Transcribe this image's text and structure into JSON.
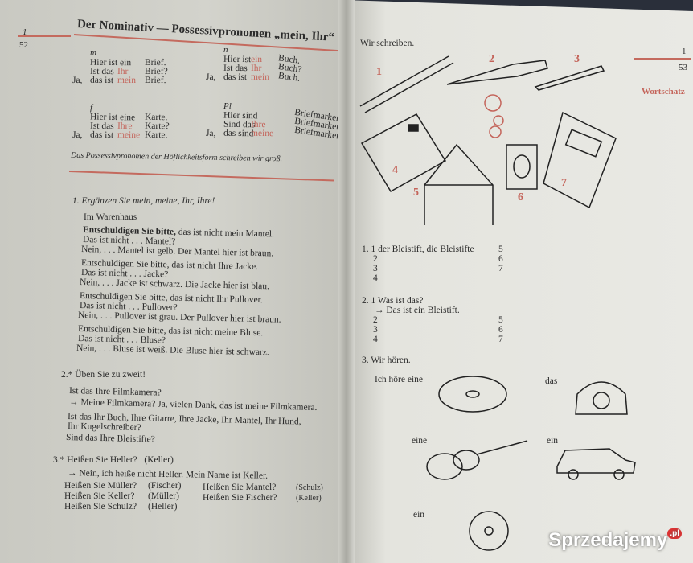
{
  "left_page": {
    "chapter": "1",
    "page_number": "52",
    "title": "Der Nominativ — Possessivpronomen „mein, Ihr“",
    "grammar": {
      "m": {
        "label": "m",
        "rows": [
          [
            "",
            "Hier ist ein",
            "",
            "Brief."
          ],
          [
            "",
            "Ist das",
            "Ihr",
            "Brief?"
          ],
          [
            "Ja,",
            "das ist",
            "mein",
            "Brief."
          ]
        ]
      },
      "n": {
        "label": "n",
        "rows": [
          [
            "",
            "Hier ist",
            "ein",
            "Buch."
          ],
          [
            "",
            "Ist das",
            "Ihr",
            "Buch?"
          ],
          [
            "Ja,",
            "das ist",
            "mein",
            "Buch."
          ]
        ]
      },
      "f": {
        "label": "f",
        "rows": [
          [
            "",
            "Hier ist eine",
            "",
            "Karte."
          ],
          [
            "",
            "Ist das",
            "Ihre",
            "Karte?"
          ],
          [
            "Ja,",
            "das ist",
            "meine",
            "Karte."
          ]
        ]
      },
      "pl": {
        "label": "Pl",
        "rows": [
          [
            "",
            "Hier sind",
            "",
            "Briefmarken."
          ],
          [
            "",
            "Sind das",
            "Ihre",
            "Briefmarken?"
          ],
          [
            "Ja,",
            "das sind",
            "meine",
            "Briefmarken."
          ]
        ]
      }
    },
    "note": "Das Possessivpronomen der Höflichkeitsform schreiben wir groß.",
    "ex1": {
      "heading": "1. Ergänzen Sie mein, meine, Ihr, Ihre!",
      "sub": "Im Warenhaus",
      "lines": [
        {
          "bold": "Entschuldigen Sie bitte,",
          "text": " das ist nicht mein Mantel."
        },
        {
          "text": "Das ist nicht . . . Mantel?"
        },
        {
          "text": "Nein, . . . Mantel ist gelb. Der Mantel hier ist braun."
        },
        {
          "text": "Entschuldigen Sie bitte, das ist nicht Ihre Jacke."
        },
        {
          "text": "Das ist nicht . . . Jacke?"
        },
        {
          "text": "Nein, . . . Jacke ist schwarz. Die Jacke hier ist blau."
        },
        {
          "text": "Entschuldigen Sie bitte, das ist nicht Ihr Pullover."
        },
        {
          "text": "Das ist nicht . . . Pullover?"
        },
        {
          "text": "Nein, . . . Pullover ist grau. Der Pullover hier ist braun."
        },
        {
          "text": "Entschuldigen Sie bitte, das ist nicht meine Bluse."
        },
        {
          "text": "Das ist nicht . . . Bluse?"
        },
        {
          "text": "Nein, . . . Bluse ist weiß. Die Bluse hier ist schwarz."
        }
      ]
    },
    "ex2": {
      "heading": "2.* Üben Sie zu zweit!",
      "lines": [
        "Ist das Ihre Filmkamera?",
        "→ Meine Filmkamera? Ja, vielen Dank, das ist meine Filmkamera.",
        "Ist das Ihr Buch, Ihre Gitarre, Ihre Jacke, Ihr Mantel, Ihr Hund,",
        "Ihr Kugelschreiber?",
        "Sind das Ihre Bleistifte?"
      ]
    },
    "ex3": {
      "heading": "3.* Heißen Sie Heller?",
      "heading_hint": "(Keller)",
      "answer": "→ Nein, ich heiße nicht Heller. Mein Name ist Keller.",
      "pairs": [
        [
          "Heißen Sie Müller?",
          "(Fischer)"
        ],
        [
          "Heißen Sie Keller?",
          "(Müller)"
        ],
        [
          "Heißen Sie Schulz?",
          "(Heller)"
        ],
        [
          "Heißen Sie Mantel?",
          "(Schulz)"
        ],
        [
          "Heißen Sie Fischer?",
          "(Keller)"
        ]
      ]
    }
  },
  "right_page": {
    "chapter": "1",
    "page_number": "53",
    "section": "Wortschatz",
    "heading": "Wir schreiben.",
    "picture_numbers": [
      "1",
      "2",
      "3",
      "4",
      "5",
      "6",
      "7"
    ],
    "ex1": {
      "lines": [
        "1. 1 der Bleistift, die Bleistifte",
        "2",
        "3",
        "4"
      ],
      "right": [
        "5",
        "6",
        "7"
      ]
    },
    "ex2": {
      "lines": [
        "2. 1 Was ist das?",
        "→ Das ist ein Bleistift.",
        "2",
        "3",
        "4"
      ],
      "right": [
        "5",
        "6",
        "7"
      ]
    },
    "ex3": {
      "heading": "3. Wir hören.",
      "labels": [
        "Ich höre eine",
        "das",
        "eine",
        "ein",
        "ein"
      ]
    }
  },
  "watermark": {
    "text": "Sprzedajemy",
    "suffix": ".pl"
  },
  "colors": {
    "accent_red": "#c4645a",
    "page": "#e6e6e0"
  }
}
